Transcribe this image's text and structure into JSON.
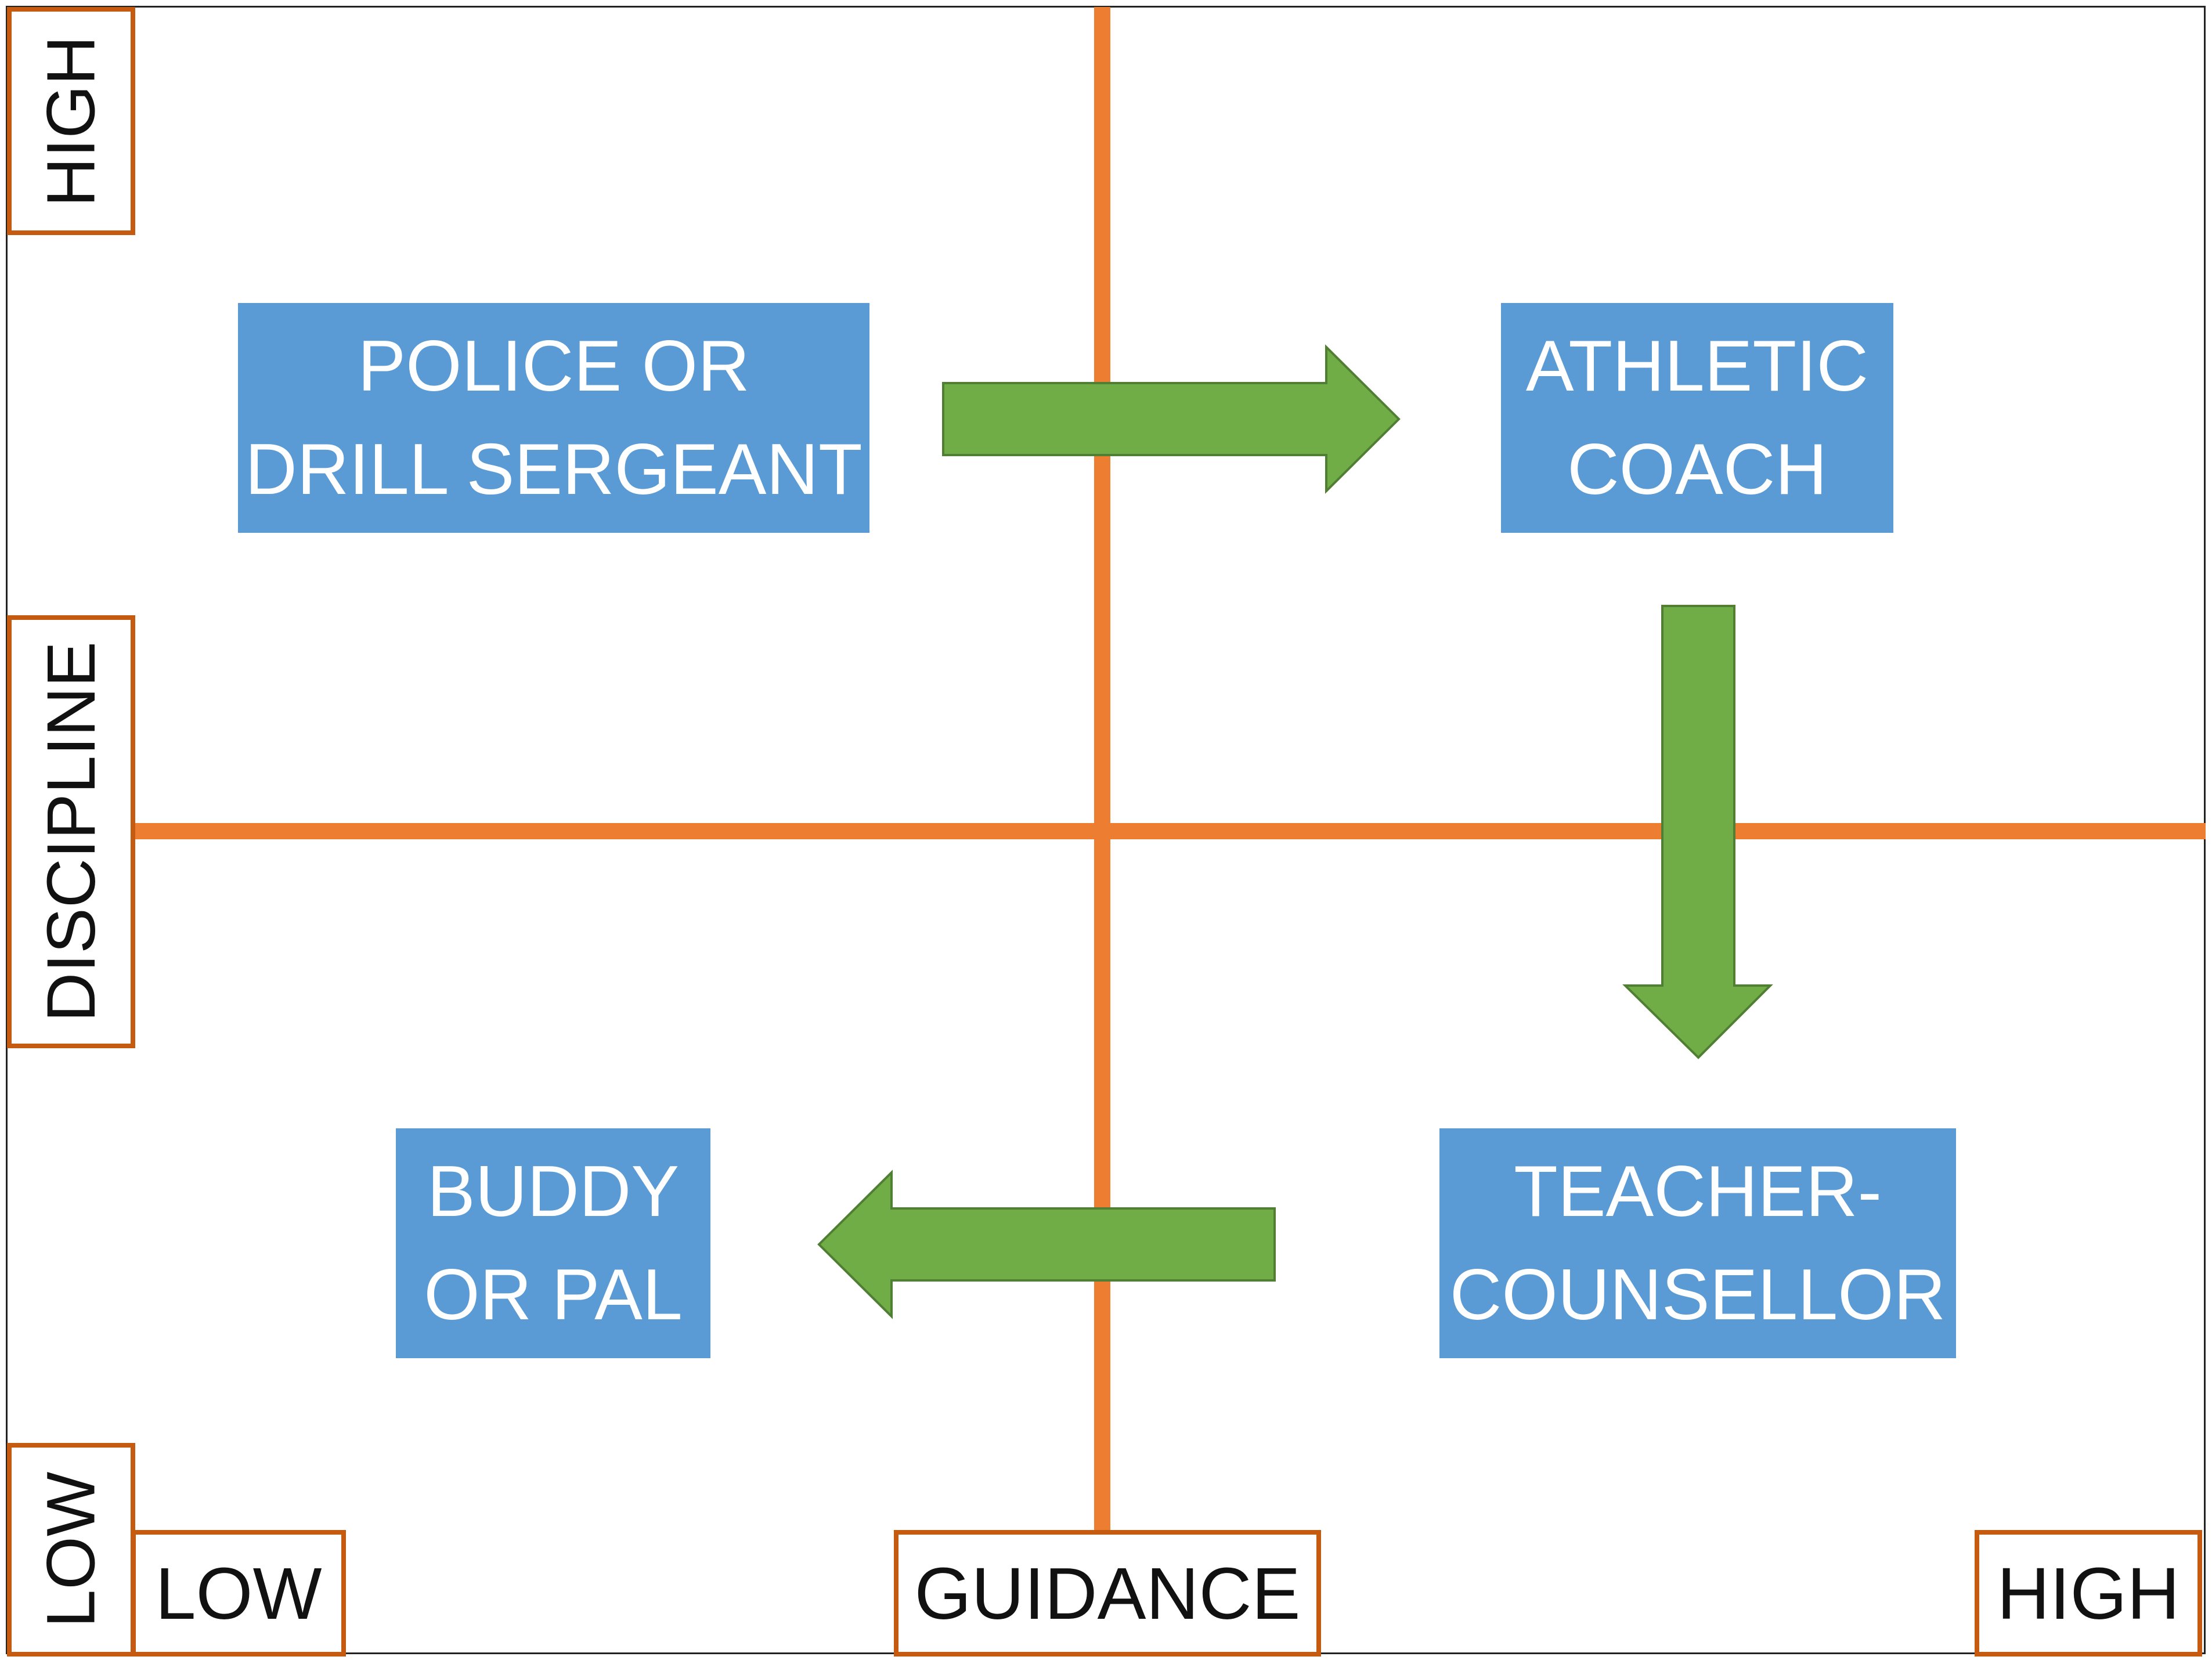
{
  "y_axis": {
    "title": "DISCIPLINE",
    "high_label": "HIGH",
    "low_label": "LOW"
  },
  "x_axis": {
    "title": "GUIDANCE",
    "low_label": "LOW",
    "high_label": "HIGH"
  },
  "quadrants": {
    "high_discipline_low_guidance": {
      "line1": "POLICE OR",
      "line2": "DRILL SERGEANT"
    },
    "high_discipline_high_guidance": {
      "line1": "ATHLETIC",
      "line2": "COACH"
    },
    "low_discipline_low_guidance": {
      "line1": "BUDDY",
      "line2": "OR PAL"
    },
    "low_discipline_high_guidance": {
      "line1": "TEACHER-",
      "line2": "COUNSELLOR"
    }
  },
  "colors": {
    "axis_lines": "#ED7D31",
    "label_border": "#C55A11",
    "role_box": "#5B9BD5",
    "arrow": "#70AD47"
  }
}
